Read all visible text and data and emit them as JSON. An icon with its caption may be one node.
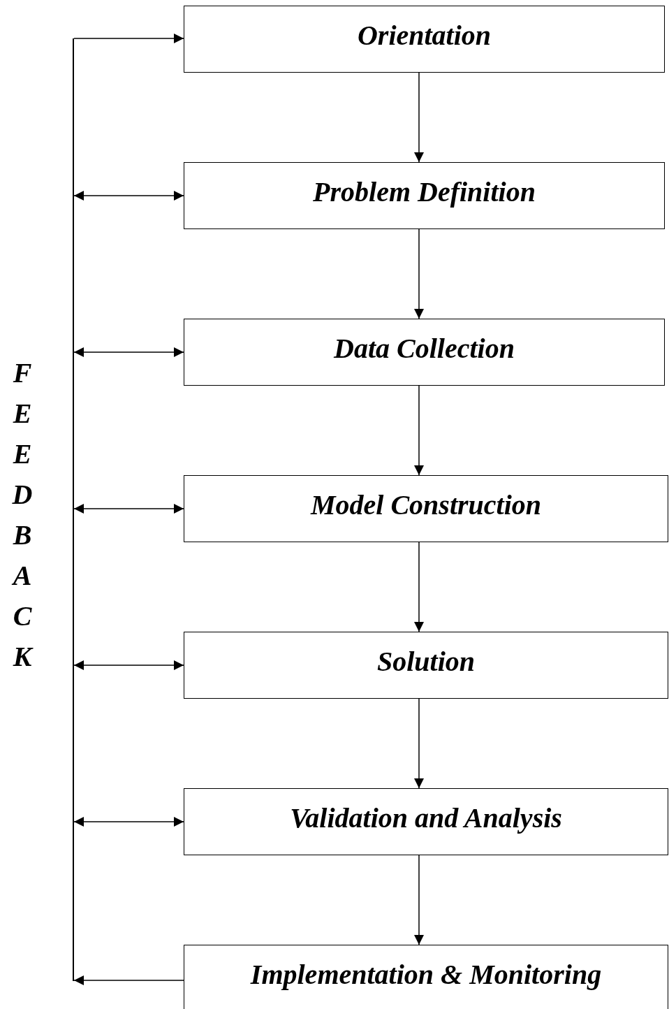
{
  "diagram": {
    "nodes": [
      {
        "text": [
          "Orientation"
        ]
      },
      {
        "text": [
          "Problem Definition"
        ]
      },
      {
        "text": [
          "Data Collection"
        ]
      },
      {
        "text": [
          "Model Construction"
        ]
      },
      {
        "text": [
          "Solution"
        ]
      },
      {
        "text": [
          "Validation and Analysis"
        ]
      },
      {
        "text": [
          "Implementation & Monitoring"
        ]
      },
      {
        "text": [],
        "shape": "bar",
        "beside": [
          "FEEDBACK"
        ]
      }
    ],
    "edges": [
      {
        "from": 0,
        "to": 1,
        "arrow": "to"
      },
      {
        "from": 1,
        "to": 2,
        "arrow": "to"
      },
      {
        "from": 2,
        "to": 3,
        "arrow": "to"
      },
      {
        "from": 3,
        "to": 4,
        "arrow": "to"
      },
      {
        "from": 4,
        "to": 5,
        "arrow": "to"
      },
      {
        "from": 5,
        "to": 6,
        "arrow": "to"
      },
      {
        "from": 6,
        "to": 7,
        "arrow": "to"
      },
      {
        "from": 7,
        "to": 0,
        "arrow": "to"
      },
      {
        "from": 7,
        "to": 1,
        "arrow": "both"
      },
      {
        "from": 7,
        "to": 2,
        "arrow": "both"
      },
      {
        "from": 7,
        "to": 3,
        "arrow": "both"
      },
      {
        "from": 7,
        "to": 4,
        "arrow": "both"
      },
      {
        "from": 7,
        "to": 5,
        "arrow": "both"
      }
    ]
  }
}
